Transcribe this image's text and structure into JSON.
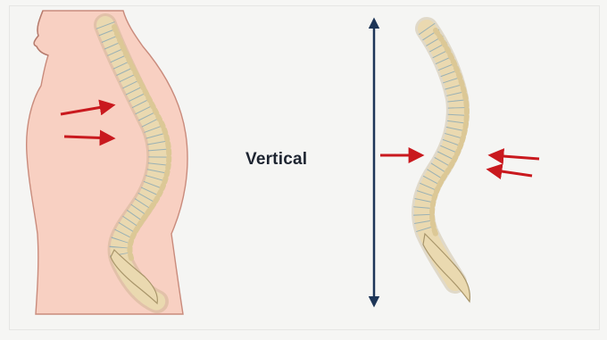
{
  "diagram": {
    "axis_label": "Vertical",
    "colors": {
      "body_fill": "#f8d0c2",
      "body_outline": "#c98b7c",
      "bone": "#ead9b0",
      "bone_shadow": "#bba77c",
      "disc": "#7fa3b6",
      "arrow_red": "#c9191e",
      "axis_arrow": "#1d3557"
    },
    "icons": {
      "left_arrows": "right-pointing-arrow",
      "right_arrows_left": "right-pointing-arrow",
      "right_arrows_right": "left-pointing-arrow",
      "axis": "double-headed-vertical-arrow"
    }
  }
}
